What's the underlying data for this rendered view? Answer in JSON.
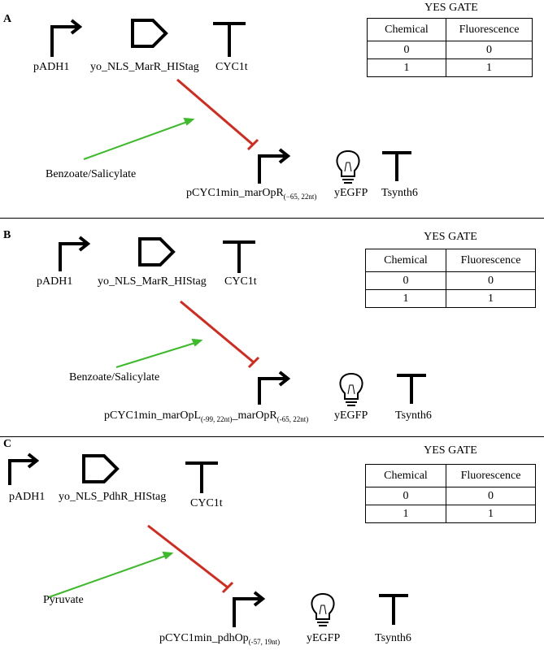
{
  "table": {
    "title": "YES GATE",
    "headers": [
      "Chemical",
      "Fluorescence"
    ],
    "rows": [
      [
        "0",
        "0"
      ],
      [
        "1",
        "1"
      ]
    ]
  },
  "panels": [
    {
      "id": "A",
      "label": "A",
      "promoter": "pADH1",
      "gene": "yo_NLS_MarR_HIStag",
      "terminator": "CYC1t",
      "inducer": "Benzoate/Salicylate",
      "reporter_promoter": "pCYC1min_marOpR",
      "reporter_promoter_sub": "(−65, 22nt)",
      "reporter_promoter_b": "",
      "reporter_promoter_b_sub": "",
      "reporter": "yEGFP",
      "reporter_terminator": "Tsynth6"
    },
    {
      "id": "B",
      "label": "B",
      "promoter": "pADH1",
      "gene": "yo_NLS_MarR_HIStag",
      "terminator": "CYC1t",
      "inducer": "Benzoate/Salicylate",
      "reporter_promoter": "pCYC1min_marOpL",
      "reporter_promoter_sub": "(-99, 22nt)",
      "reporter_promoter_b": "_marOpR",
      "reporter_promoter_b_sub": "(-65, 22nt)",
      "reporter": "yEGFP",
      "reporter_terminator": "Tsynth6"
    },
    {
      "id": "C",
      "label": "C",
      "promoter": "pADH1",
      "gene": "yo_NLS_PdhR_HIStag",
      "terminator": "CYC1t",
      "inducer": "Pyruvate",
      "reporter_promoter": "pCYC1min_pdhOp",
      "reporter_promoter_sub": "(-57, 19nt)",
      "reporter_promoter_b": "",
      "reporter_promoter_b_sub": "",
      "reporter": "yEGFP",
      "reporter_terminator": "Tsynth6"
    }
  ],
  "colors": {
    "repression": "#d42a1e",
    "induction": "#3cba2a",
    "ink": "#000000"
  }
}
